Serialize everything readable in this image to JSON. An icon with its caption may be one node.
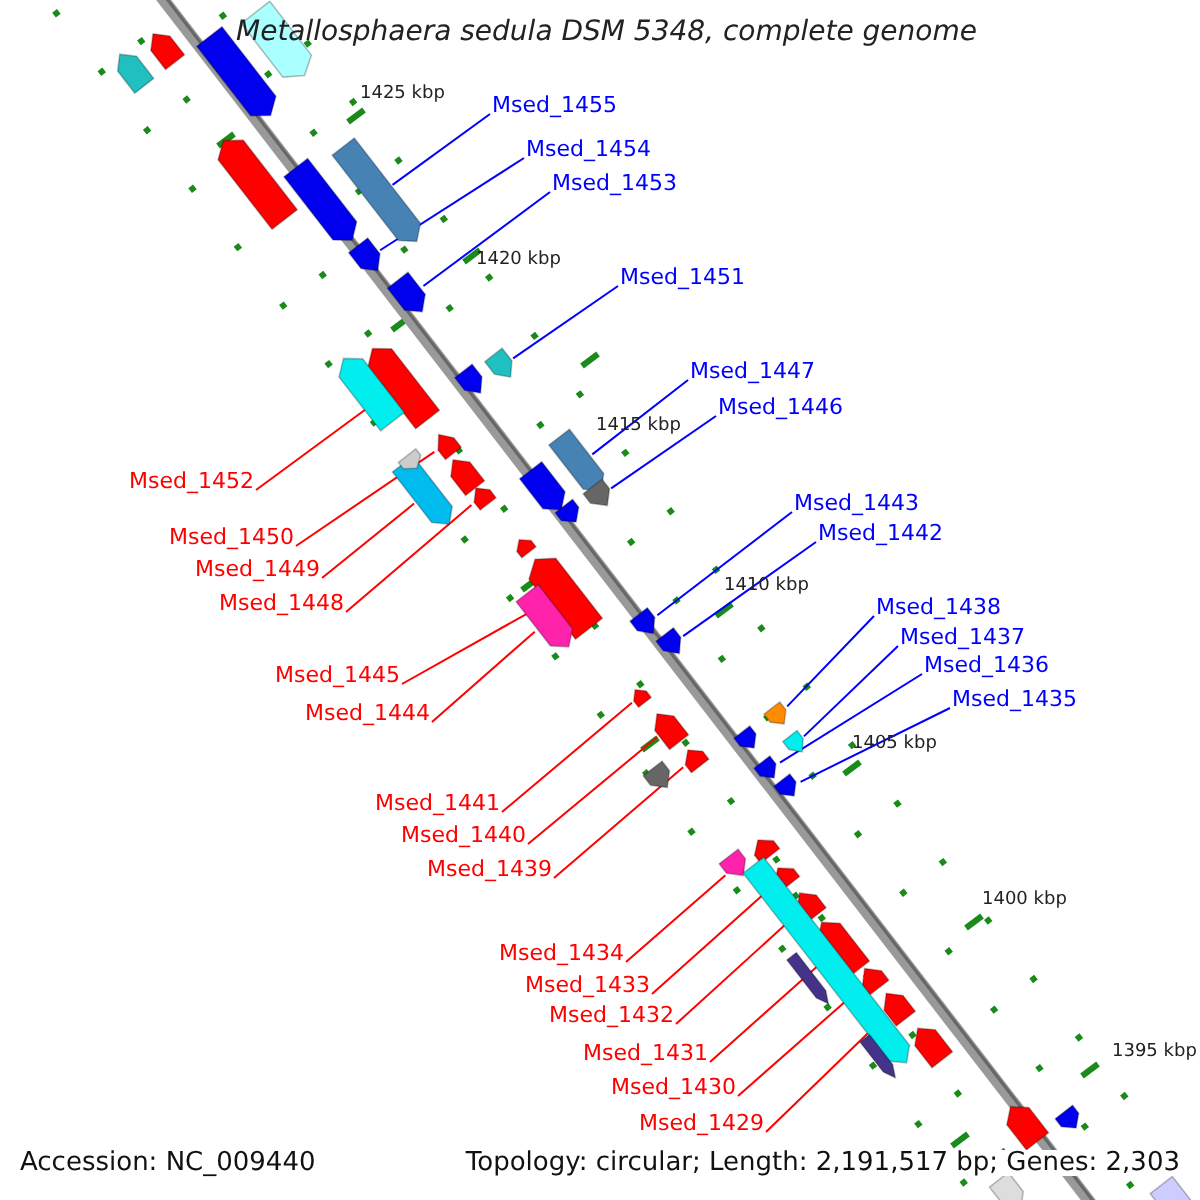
{
  "diagram": {
    "title": "Metallosphaera sedula DSM 5348, complete genome",
    "nodes": [
      {
        "text": [
          "Msed_1455"
        ]
      },
      {
        "text": [
          "Msed_1454"
        ]
      },
      {
        "text": [
          "Msed_1453"
        ]
      },
      {
        "text": [
          "Msed_1452"
        ]
      },
      {
        "text": [
          "Msed_1451"
        ]
      },
      {
        "text": [
          "Msed_1450"
        ]
      },
      {
        "text": [
          "Msed_1449"
        ]
      },
      {
        "text": [
          "Msed_1448"
        ]
      },
      {
        "text": [
          "Msed_1447"
        ]
      },
      {
        "text": [
          "Msed_1446"
        ]
      },
      {
        "text": [
          "Msed_1445"
        ]
      },
      {
        "text": [
          "Msed_1444"
        ]
      },
      {
        "text": [
          "Msed_1443"
        ]
      },
      {
        "text": [
          "Msed_1442"
        ]
      },
      {
        "text": [
          "Msed_1441"
        ]
      },
      {
        "text": [
          "Msed_1440"
        ]
      },
      {
        "text": [
          "Msed_1439"
        ]
      },
      {
        "text": [
          "Msed_1438"
        ]
      },
      {
        "text": [
          "Msed_1437"
        ]
      },
      {
        "text": [
          "Msed_1436"
        ]
      },
      {
        "text": [
          "Msed_1435"
        ]
      },
      {
        "text": [
          "Msed_1434"
        ]
      },
      {
        "text": [
          "Msed_1433"
        ]
      },
      {
        "text": [
          "Msed_1432"
        ]
      },
      {
        "text": [
          "Msed_1431"
        ]
      },
      {
        "text": [
          "Msed_1430"
        ]
      },
      {
        "text": [
          "Msed_1429"
        ]
      },
      {
        "text": [],
        "shape": "bar"
      },
      {
        "text": [],
        "shape": "bar"
      },
      {
        "text": [],
        "shape": "bar"
      },
      {
        "text": [],
        "shape": "bar"
      },
      {
        "text": [],
        "shape": "bar"
      },
      {
        "text": [],
        "shape": "bar"
      },
      {
        "text": [],
        "shape": "bar"
      },
      {
        "text": [],
        "shape": "bar"
      },
      {
        "text": [],
        "shape": "bar"
      },
      {
        "text": [],
        "shape": "bar"
      },
      {
        "text": [],
        "shape": "bar"
      },
      {
        "text": [],
        "shape": "bar"
      },
      {
        "text": [],
        "shape": "bar"
      },
      {
        "text": [],
        "shape": "bar"
      },
      {
        "text": [],
        "shape": "bar"
      },
      {
        "text": [],
        "shape": "bar"
      },
      {
        "text": [],
        "shape": "bar"
      },
      {
        "text": [],
        "shape": "bar"
      },
      {
        "text": [],
        "shape": "bar"
      },
      {
        "text": [],
        "shape": "bar"
      },
      {
        "text": [],
        "shape": "bar"
      },
      {
        "text": [],
        "shape": "bar"
      },
      {
        "text": [],
        "shape": "bar"
      },
      {
        "text": [],
        "shape": "bar"
      },
      {
        "text": [],
        "shape": "bar"
      },
      {
        "text": [],
        "shape": "bar"
      },
      {
        "text": [],
        "shape": "bar"
      },
      {
        "text": [],
        "shape": "bar"
      },
      {
        "text": [],
        "shape": "bar"
      },
      {
        "text": [],
        "shape": "bar"
      },
      {
        "text": [],
        "shape": "bar"
      },
      {
        "text": [],
        "shape": "bar"
      },
      {
        "text": [],
        "shape": "bar"
      },
      {
        "text": [],
        "shape": "bar"
      },
      {
        "text": [],
        "shape": "bar"
      },
      {
        "text": [],
        "shape": "bar"
      },
      {
        "text": [],
        "shape": "bar"
      },
      {
        "text": [],
        "shape": "bar"
      },
      {
        "text": [],
        "shape": "bar"
      },
      {
        "text": [],
        "shape": "bar"
      },
      {
        "text": [],
        "shape": "bar"
      },
      {
        "text": [],
        "shape": "bar"
      },
      {
        "text": [],
        "shape": "bar"
      },
      {
        "text": [],
        "shape": "bar"
      },
      {
        "text": [],
        "shape": "bar"
      },
      {
        "text": [],
        "shape": "bar"
      },
      {
        "text": [],
        "shape": "bar"
      },
      {
        "text": [],
        "shape": "bar"
      },
      {
        "text": [],
        "shape": "bar"
      },
      {
        "text": [],
        "shape": "bar"
      },
      {
        "text": [],
        "shape": "bar"
      }
    ],
    "edges": [
      {
        "from": 0,
        "to": 27,
        "arrow": "none",
        "color": "#0000ff"
      },
      {
        "from": 1,
        "to": 28,
        "arrow": "none",
        "color": "#0000ff"
      },
      {
        "from": 2,
        "to": 29,
        "arrow": "none",
        "color": "#0000ff"
      },
      {
        "from": 3,
        "to": 30,
        "arrow": "none"
      },
      {
        "from": 4,
        "to": 31,
        "arrow": "none",
        "color": "#0000ff"
      },
      {
        "from": 5,
        "to": 32,
        "arrow": "none"
      },
      {
        "from": 6,
        "to": 33,
        "arrow": "none"
      },
      {
        "from": 7,
        "to": 34,
        "arrow": "none"
      },
      {
        "from": 8,
        "to": 35,
        "arrow": "none",
        "color": "#0000ff"
      },
      {
        "from": 9,
        "to": 36,
        "arrow": "none",
        "color": "#0000ff"
      },
      {
        "from": 10,
        "to": 37,
        "arrow": "none"
      },
      {
        "from": 11,
        "to": 38,
        "arrow": "none"
      },
      {
        "from": 12,
        "to": 39,
        "arrow": "none",
        "color": "#0000ff"
      },
      {
        "from": 13,
        "to": 40,
        "arrow": "none",
        "color": "#0000ff"
      },
      {
        "from": 14,
        "to": 41,
        "arrow": "none"
      },
      {
        "from": 15,
        "to": 42,
        "arrow": "none"
      },
      {
        "from": 16,
        "to": 43,
        "arrow": "none"
      },
      {
        "from": 17,
        "to": 44,
        "arrow": "none",
        "color": "#0000ff"
      },
      {
        "from": 18,
        "to": 45,
        "arrow": "none",
        "color": "#0000ff"
      },
      {
        "from": 19,
        "to": 46,
        "arrow": "none",
        "color": "#0000ff"
      },
      {
        "from": 20,
        "to": 47,
        "arrow": "none",
        "color": "#0000ff"
      },
      {
        "from": 21,
        "to": 48,
        "arrow": "none"
      },
      {
        "from": 22,
        "to": 49,
        "arrow": "none"
      },
      {
        "from": 23,
        "to": 50,
        "arrow": "none"
      },
      {
        "from": 24,
        "to": 51,
        "arrow": "none"
      },
      {
        "from": 25,
        "to": 52,
        "arrow": "none"
      },
      {
        "from": 26,
        "to": 53,
        "arrow": "none"
      }
    ],
    "labels": [
      "1425 kbp",
      "1420 kbp",
      "1415 kbp",
      "1410 kbp",
      "1405 kbp",
      "1400 kbp",
      "1395 kbp",
      "Accession: NC_009440",
      "Topology: circular; Length: 2,191,517 bp; Genes: 2,303"
    ]
  }
}
